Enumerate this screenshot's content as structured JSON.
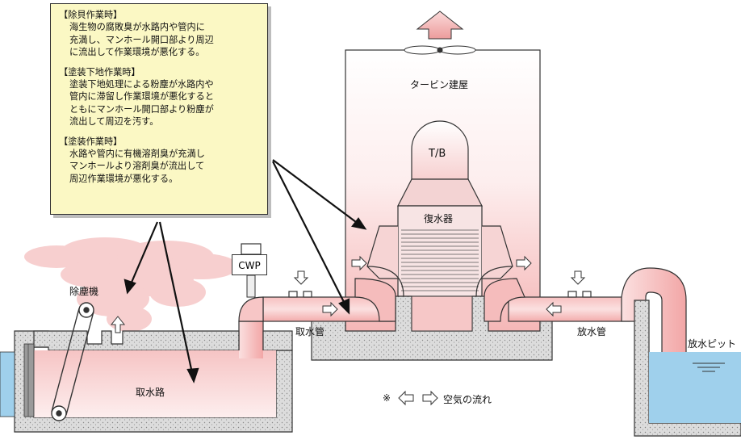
{
  "notes": [
    {
      "heading": "【除貝作業時】",
      "body": "海生物の腐敗臭が水路内や管内に\n充満し、マンホール開口部より周辺\nに流出して作業環境が悪化する。"
    },
    {
      "heading": "【塗装下地作業時】",
      "body": "塗装下地処理による粉塵が水路内や\n管内に滞留し作業環境が悪化すると\nともにマンホール開口部より粉塵が\n流出して周辺を汚す。"
    },
    {
      "heading": "【塗装作業時】",
      "body": "水路や管内に有機溶剤臭が充満し\nマンホールより溶剤臭が流出して\n周辺作業環境が悪化する。"
    }
  ],
  "labels": {
    "turbine_building": "タービン建屋",
    "turbine": "T/B",
    "condenser": "復水器",
    "cwp": "CWP",
    "dust_collector": "除塵機",
    "intake_channel": "取水路",
    "intake_pipe": "取水管",
    "discharge_pipe": "放水管",
    "discharge_pit": "放水ピット",
    "legend_mark": "※",
    "legend_text": "空気の流れ"
  },
  "colors": {
    "air_pink": "#f2a9a9",
    "air_light": "#fbe3e3",
    "water_blue": "#9fd0ec",
    "concrete": "#d4d4d4",
    "note_bg": "#fbf8c4"
  }
}
